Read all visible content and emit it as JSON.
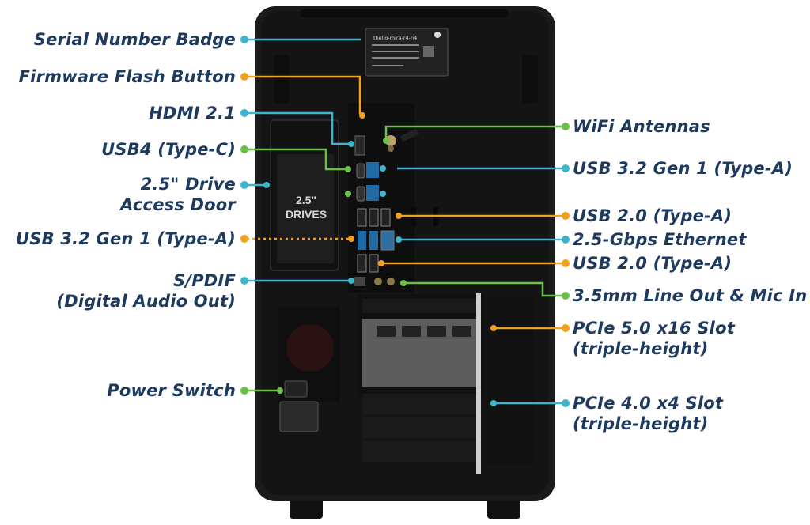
{
  "colors": {
    "teal": "#3db5cc",
    "orange": "#f2a11e",
    "green": "#6cc04a",
    "text": "#1f3a5f",
    "chassis": "#1a1a1a"
  },
  "case_text": {
    "drives_line1": "2.5\"",
    "drives_line2": "DRIVES",
    "badge_title": "thelio-mira-r4-n4"
  },
  "labels": {
    "serial_number_badge": "Serial Number Badge",
    "firmware_flash_button": "Firmware Flash Button",
    "hdmi": "HDMI 2.1",
    "usb4": "USB4 (Type-C)",
    "drive_door_1": "2.5\" Drive",
    "drive_door_2": "Access Door",
    "usb32_left": "USB 3.2 Gen 1 (Type-A)",
    "spdif_1": "S/PDIF",
    "spdif_2": "(Digital Audio Out)",
    "power_switch": "Power Switch",
    "wifi": "WiFi Antennas",
    "usb32_right": "USB 3.2 Gen 1 (Type-A)",
    "usb20_top": "USB 2.0 (Type-A)",
    "ethernet": "2.5-Gbps Ethernet",
    "usb20_bottom": "USB 2.0 (Type-A)",
    "audio": "3.5mm Line Out & Mic In",
    "pcie5_1": "PCIe 5.0 x16 Slot",
    "pcie5_2": "(triple-height)",
    "pcie4_1": "PCIe 4.0 x4 Slot",
    "pcie4_2": "(triple-height)"
  }
}
